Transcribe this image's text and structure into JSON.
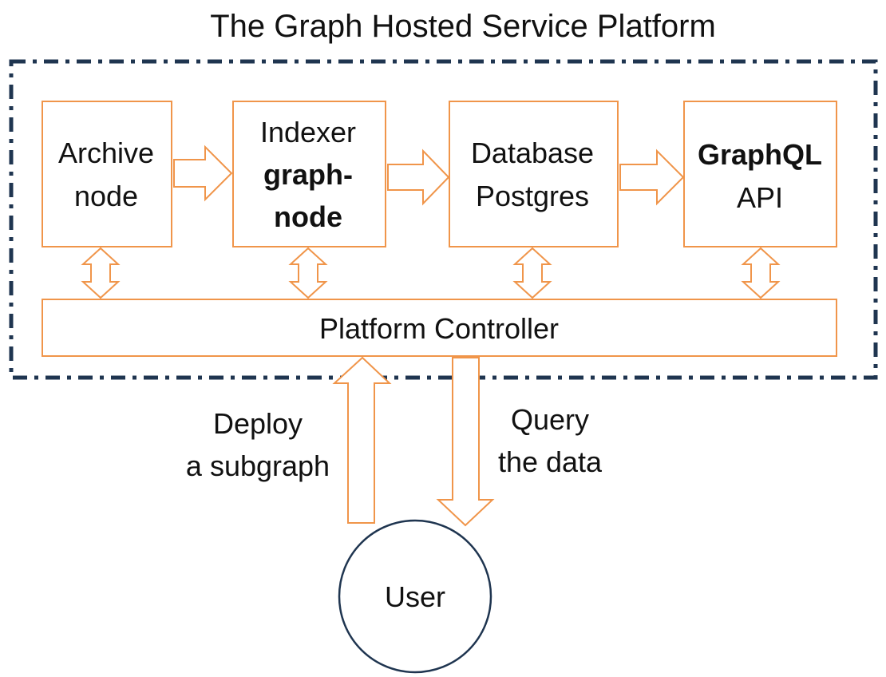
{
  "title": "The Graph Hosted Service Platform",
  "colors": {
    "box_stroke": "#f0954a",
    "frame_stroke": "#1f3550",
    "text": "#111111",
    "circle_stroke": "#1f3550"
  },
  "nodes": {
    "archive": {
      "line1": "Archive",
      "line2": "node"
    },
    "indexer": {
      "line1": "Indexer",
      "line2": "graph-",
      "line3": "node"
    },
    "database": {
      "line1": "Database",
      "line2": "Postgres"
    },
    "graphql": {
      "line1": "GraphQL",
      "line2": "API"
    },
    "controller": {
      "label": "Platform Controller"
    },
    "user": {
      "label": "User"
    }
  },
  "edges": {
    "deploy": {
      "line1": "Deploy",
      "line2": "a subgraph"
    },
    "query": {
      "line1": "Query",
      "line2": "the data"
    }
  }
}
